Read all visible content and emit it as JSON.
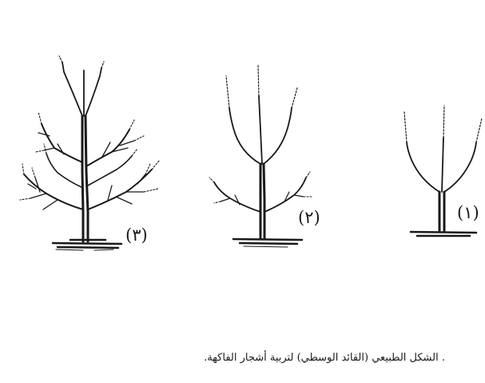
{
  "labels": {
    "stage_3": "(٣)",
    "stage_2": "(٢)",
    "stage_1": "(١)"
  },
  "caption": ". الشكل الطبيعي (القائد الوسطي) لتربية أشجار الفاكهة.",
  "colors": {
    "ink": "#1a1a1a",
    "background": "#ffffff"
  }
}
